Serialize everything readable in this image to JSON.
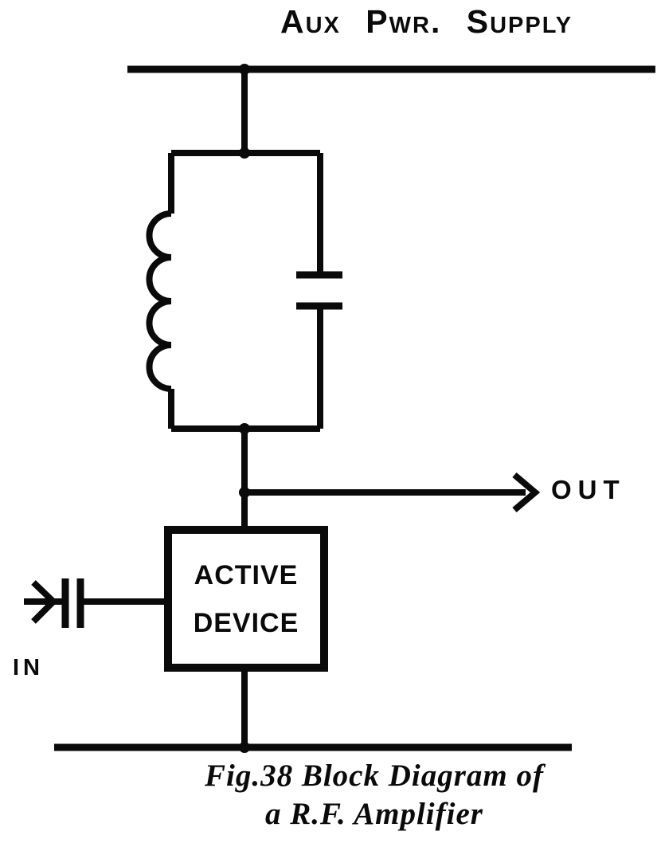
{
  "figure": {
    "title": "Aux Pwr. Supply",
    "labels": {
      "input": "IN",
      "output": "OUT",
      "active_device_line1": "ACTIVE",
      "active_device_line2": "DEVICE"
    },
    "caption": {
      "line1": "Fig.38 Block Diagram of",
      "line2": "a R.F. Amplifier"
    },
    "colors": {
      "ink": "#0a0a0a",
      "paper": "#ffffff"
    }
  }
}
